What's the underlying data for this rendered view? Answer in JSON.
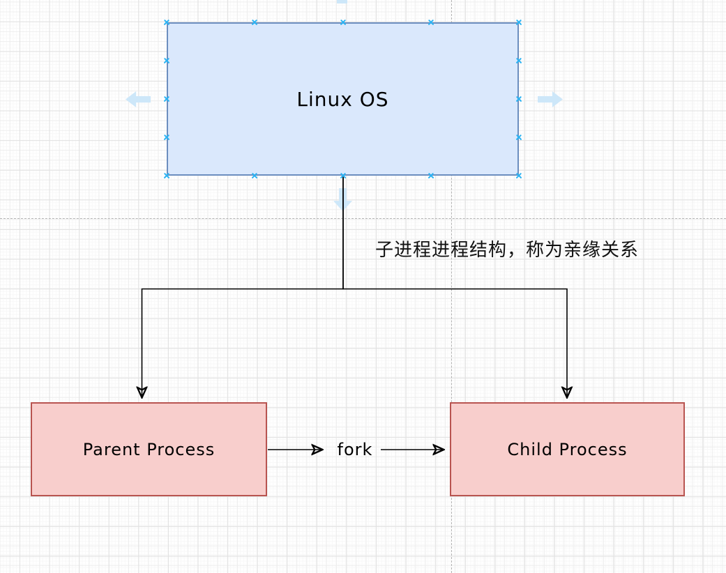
{
  "canvas": {
    "grid_major_color": "#e2e2e2",
    "grid_minor_color": "#eeeeee",
    "guide_color": "#b4b4b4",
    "background": "#ffffff"
  },
  "nodes": [
    {
      "id": "linux-os",
      "label": "Linux OS",
      "fill": "#dae8fc",
      "border": "#6c8ebf",
      "selected": true
    },
    {
      "id": "parent-process",
      "label": "Parent Process",
      "fill": "#f8cecc",
      "border": "#b85450",
      "selected": false
    },
    {
      "id": "child-process",
      "label": "Child Process",
      "fill": "#f8cecc",
      "border": "#b85450",
      "selected": false
    }
  ],
  "edges": [
    {
      "from": "linux-os",
      "to": "parent-process",
      "label": ""
    },
    {
      "from": "linux-os",
      "to": "child-process",
      "label": ""
    },
    {
      "from": "parent-process",
      "to": "child-process",
      "label": "fork"
    }
  ],
  "annotation": {
    "text": "子进程进程结构，称为亲缘关系",
    "color": "#111111"
  },
  "selection_ui": {
    "connection_point_color": "#2bb3f3",
    "direction_arrow_color": "#cde7f9",
    "direction_arrows": [
      "up",
      "down",
      "left",
      "right"
    ]
  }
}
